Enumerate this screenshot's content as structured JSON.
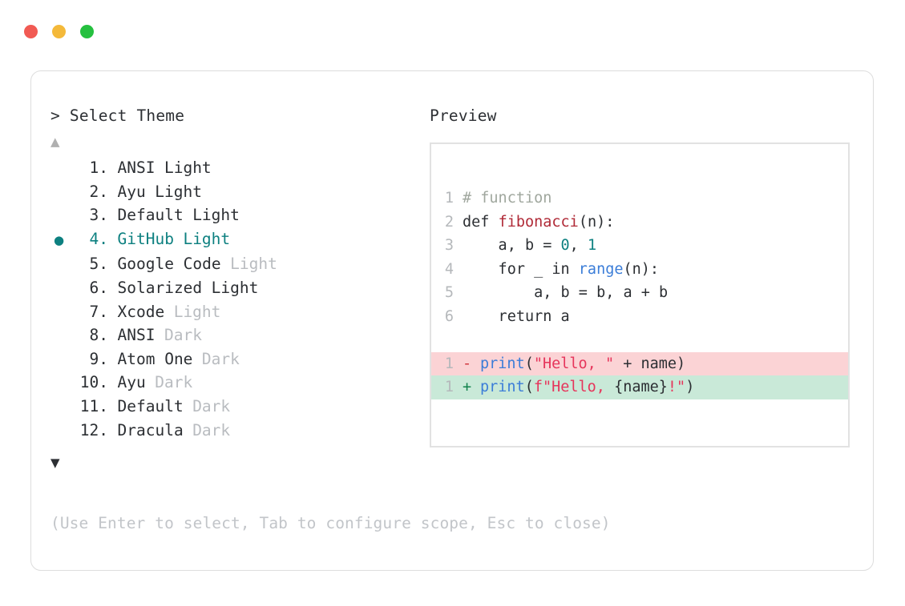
{
  "window": {
    "traffic_lights": [
      {
        "name": "close",
        "color": "#f15a53"
      },
      {
        "name": "minimize",
        "color": "#f4b93a"
      },
      {
        "name": "maximize",
        "color": "#25c03f"
      }
    ]
  },
  "prompt": {
    "title": "> Select Theme",
    "scroll_up_icon": "▲",
    "scroll_down_icon": "▼",
    "selected_index": 4,
    "accent_color": "#0d8080",
    "bullet_glyph": "●"
  },
  "themes": [
    {
      "num": "1.",
      "name": "ANSI",
      "variant": "Light",
      "variant_muted": false,
      "selected": false,
      "bullet": ""
    },
    {
      "num": "2.",
      "name": "Ayu",
      "variant": "Light",
      "variant_muted": false,
      "selected": false,
      "bullet": ""
    },
    {
      "num": "3.",
      "name": "Default",
      "variant": "Light",
      "variant_muted": false,
      "selected": false,
      "bullet": ""
    },
    {
      "num": "4.",
      "name": "GitHub",
      "variant": "Light",
      "variant_muted": false,
      "selected": true,
      "bullet": "●"
    },
    {
      "num": "5.",
      "name": "Google Code",
      "variant": "Light",
      "variant_muted": true,
      "selected": false,
      "bullet": ""
    },
    {
      "num": "6.",
      "name": "Solarized",
      "variant": "Light",
      "variant_muted": false,
      "selected": false,
      "bullet": ""
    },
    {
      "num": "7.",
      "name": "Xcode",
      "variant": "Light",
      "variant_muted": true,
      "selected": false,
      "bullet": ""
    },
    {
      "num": "8.",
      "name": "ANSI",
      "variant": "Dark",
      "variant_muted": true,
      "selected": false,
      "bullet": ""
    },
    {
      "num": "9.",
      "name": "Atom One",
      "variant": "Dark",
      "variant_muted": true,
      "selected": false,
      "bullet": ""
    },
    {
      "num": "10.",
      "name": "Ayu",
      "variant": "Dark",
      "variant_muted": true,
      "selected": false,
      "bullet": ""
    },
    {
      "num": "11.",
      "name": "Default",
      "variant": "Dark",
      "variant_muted": true,
      "selected": false,
      "bullet": ""
    },
    {
      "num": "12.",
      "name": "Dracula",
      "variant": "Dark",
      "variant_muted": true,
      "selected": false,
      "bullet": ""
    }
  ],
  "hint": "(Use Enter to select, Tab to configure scope, Esc to close)",
  "preview": {
    "title": "Preview",
    "code_lines": [
      {
        "ln": "1",
        "tokens": [
          {
            "t": "# function",
            "c": "comment"
          }
        ]
      },
      {
        "ln": "2",
        "tokens": [
          {
            "t": "def ",
            "c": "keyword"
          },
          {
            "t": "fibonacci",
            "c": "func"
          },
          {
            "t": "(n):",
            "c": "plain"
          }
        ]
      },
      {
        "ln": "3",
        "tokens": [
          {
            "t": "    a, b = ",
            "c": "plain"
          },
          {
            "t": "0",
            "c": "num"
          },
          {
            "t": ", ",
            "c": "plain"
          },
          {
            "t": "1",
            "c": "num"
          }
        ]
      },
      {
        "ln": "4",
        "tokens": [
          {
            "t": "    for _ in ",
            "c": "plain"
          },
          {
            "t": "range",
            "c": "builtin"
          },
          {
            "t": "(n):",
            "c": "plain"
          }
        ]
      },
      {
        "ln": "5",
        "tokens": [
          {
            "t": "        a, b = b, a + b",
            "c": "plain"
          }
        ]
      },
      {
        "ln": "6",
        "tokens": [
          {
            "t": "    return a",
            "c": "plain"
          }
        ]
      }
    ],
    "diff_lines": [
      {
        "ln": "1",
        "kind": "del",
        "sign": "-",
        "tokens": [
          {
            "t": "print",
            "c": "builtin"
          },
          {
            "t": "(",
            "c": "plain"
          },
          {
            "t": "\"Hello, \"",
            "c": "string"
          },
          {
            "t": " + name)",
            "c": "plain"
          }
        ]
      },
      {
        "ln": "1",
        "kind": "add",
        "sign": "+",
        "tokens": [
          {
            "t": "print",
            "c": "builtin"
          },
          {
            "t": "(",
            "c": "plain"
          },
          {
            "t": "f\"Hello, ",
            "c": "string"
          },
          {
            "t": "{name}",
            "c": "plain"
          },
          {
            "t": "!\"",
            "c": "string"
          },
          {
            "t": ")",
            "c": "plain"
          }
        ]
      }
    ],
    "diff_colors": {
      "removed_bg": "#fbd3d5",
      "added_bg": "#c9e9d8"
    }
  }
}
